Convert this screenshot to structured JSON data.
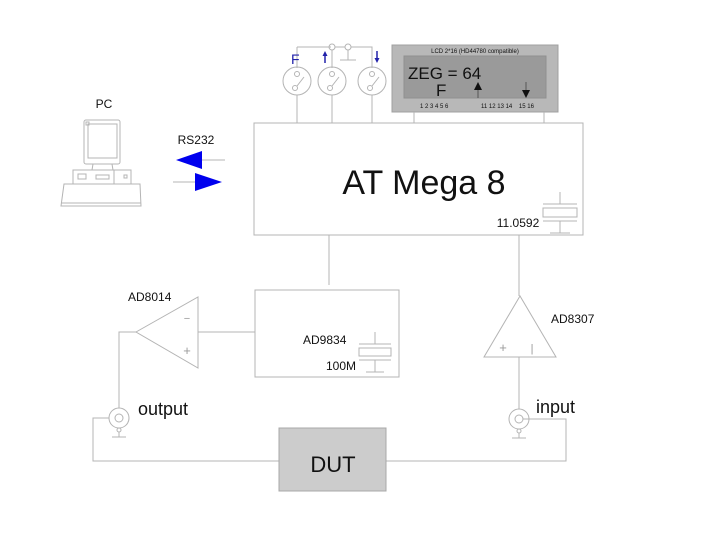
{
  "diagram": {
    "title": "",
    "colors": {
      "line": "#b4b4b4",
      "blue_accent": "#0000ee",
      "lcd_body": "#b8b8b8",
      "lcd_screen": "#9a9a9a",
      "dut_fill": "#cccccc"
    },
    "nodes": {
      "pc": {
        "label": "PC"
      },
      "rs232": {
        "label": "RS232"
      },
      "mcu": {
        "label": "AT Mega 8"
      },
      "crystal_mcu": {
        "label": "11.0592"
      },
      "lcd": {
        "caption": "LCD 2*16  (HD44780 compatible)",
        "line1": "ZEG = 64",
        "line2": "F",
        "pin_labels_left": "1  2  3  4  5  6",
        "pin_labels_right": "11 12 13 14    15 16"
      },
      "buttons": [
        {
          "label": "F",
          "icon": "switch-icon"
        },
        {
          "label": "↑",
          "icon": "switch-icon"
        },
        {
          "label": "↓",
          "icon": "switch-icon"
        }
      ],
      "dds": {
        "label": "AD9834"
      },
      "crystal_dds": {
        "label": "100M"
      },
      "opamp_out": {
        "label": "AD8014",
        "minus": "−",
        "plus": "+"
      },
      "log_amp": {
        "label": "AD8307",
        "plus": "+",
        "minus": "|"
      },
      "output_connector": {
        "label": "output"
      },
      "input_connector": {
        "label": "input"
      },
      "dut": {
        "label": "DUT"
      }
    }
  }
}
